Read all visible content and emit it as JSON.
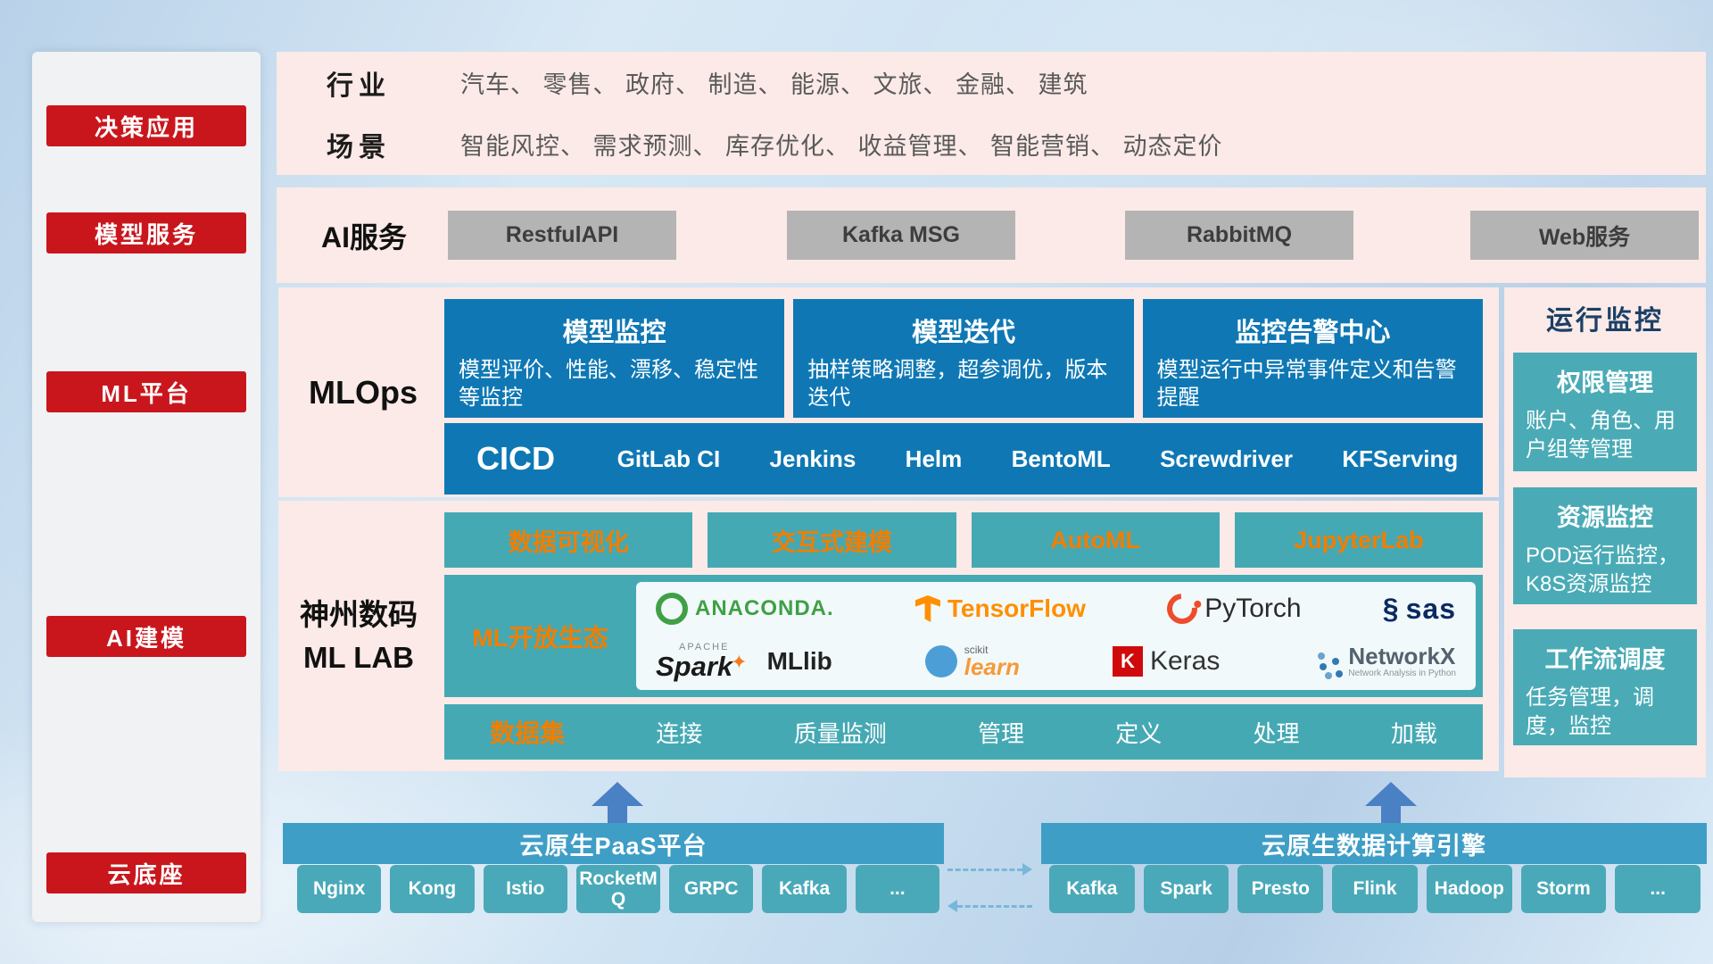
{
  "colors": {
    "accent_red": "#c9161d",
    "panel_pink": "#fbeae7",
    "deep_blue": "#0f78b4",
    "teal": "#45a9b4",
    "orange_text": "#f07e00",
    "gray_button": "#b4b4b4",
    "header_blue": "#3e9ec6",
    "arrow_blue": "#4a80c4",
    "navy_title": "#1b3f67"
  },
  "sidebar": {
    "items": [
      {
        "label": "决策应用"
      },
      {
        "label": "模型服务"
      },
      {
        "label": "ML平台"
      },
      {
        "label": "AI建模"
      },
      {
        "label": "云底座"
      }
    ]
  },
  "industry": {
    "row1_label": "行业",
    "row1_text": "汽车、 零售、 政府、 制造、 能源、 文旅、 金融、 建筑",
    "row2_label": "场景",
    "row2_text": "智能风控、 需求预测、 库存优化、 收益管理、 智能营销、 动态定价"
  },
  "ai_service": {
    "label": "AI服务",
    "buttons": [
      "RestfulAPI",
      "Kafka MSG",
      "RabbitMQ",
      "Web服务"
    ]
  },
  "mlops": {
    "label": "MLOps",
    "cards": [
      {
        "title": "模型监控",
        "desc": "模型评价、性能、漂移、稳定性等监控"
      },
      {
        "title": "模型迭代",
        "desc": "抽样策略调整，超参调优，版本迭代"
      },
      {
        "title": "监控告警中心",
        "desc": "模型运行中异常事件定义和告警提醒"
      }
    ],
    "cicd_title": "CICD",
    "cicd_items": [
      "GitLab CI",
      "Jenkins",
      "Helm",
      "BentoML",
      "Screwdriver",
      "KFServing"
    ]
  },
  "ml_lab": {
    "label_line1": "神州数码",
    "label_line2": "ML LAB",
    "top_tools": [
      "数据可视化",
      "交互式建模",
      "AutoML",
      "JupyterLab"
    ],
    "ecosystem_label": "ML开放生态",
    "logos": {
      "anaconda": "ANACONDA.",
      "tensorflow": "TensorFlow",
      "pytorch": "PyTorch",
      "sas_swirl": "§",
      "sas": "sas",
      "apache": "APACHE",
      "spark": "Spark",
      "spark_star": "✦",
      "mllib": "MLlib",
      "scikit_top": "scikit",
      "scikit_bottom": "learn",
      "keras_letter": "K",
      "keras": "Keras",
      "networkx": "NetworkX",
      "networkx_sub": "Network Analysis in Python"
    },
    "data_bar": {
      "title": "数据集",
      "items": [
        "连接",
        "质量监测",
        "管理",
        "定义",
        "处理",
        "加载"
      ]
    }
  },
  "monitor": {
    "title": "运行监控",
    "cards": [
      {
        "title": "权限管理",
        "desc": "账户、角色、用户组等管理"
      },
      {
        "title": "资源监控",
        "desc": "POD运行监控，K8S资源监控"
      },
      {
        "title": "工作流调度",
        "desc": "任务管理，调度，监控"
      }
    ]
  },
  "bottom": {
    "paas": {
      "title": "云原生PaaS平台",
      "items": [
        "Nginx",
        "Kong",
        "Istio",
        "RocketMQ",
        "GRPC",
        "Kafka",
        "..."
      ]
    },
    "engine": {
      "title": "云原生数据计算引擎",
      "items": [
        "Kafka",
        "Spark",
        "Presto",
        "Flink",
        "Hadoop",
        "Storm",
        "..."
      ]
    }
  }
}
